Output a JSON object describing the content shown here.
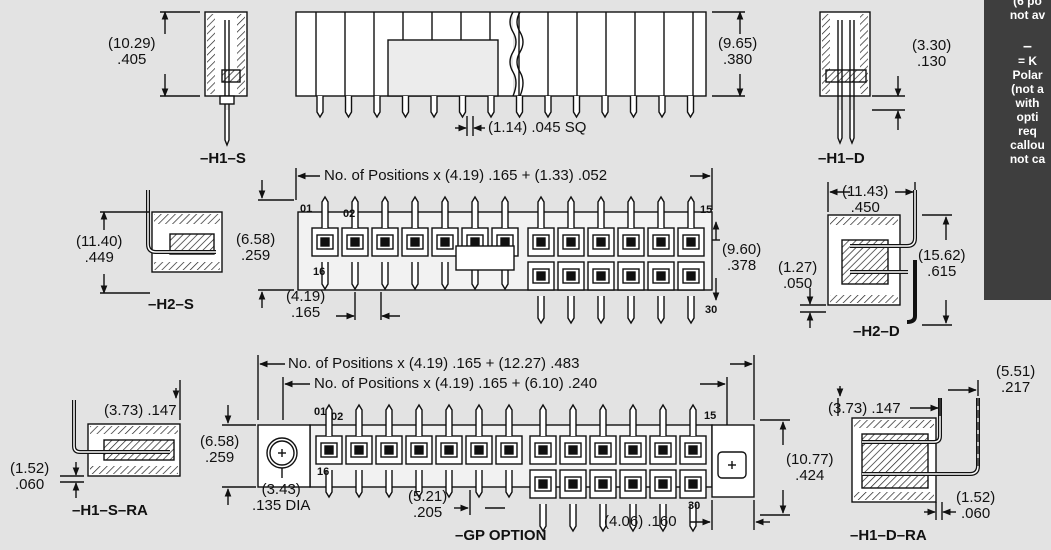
{
  "labels": {
    "h1s": "–H1–S",
    "h1d": "–H1–D",
    "h2s": "–H2–S",
    "h2d": "–H2–D",
    "h1sra": "–H1–S–RA",
    "h1dra": "–H1–D–RA",
    "gp": "–GP OPTION"
  },
  "dims": {
    "h1s_height": [
      "(10.29)",
      ".405"
    ],
    "top_height": [
      "(9.65)",
      ".380"
    ],
    "h1d_pin": [
      "(3.30)",
      ".130"
    ],
    "pin_sq": "(1.14) .045 SQ",
    "row2_length": "No. of Positions x (4.19) .165 + (1.33) .052",
    "h2d_width": [
      "(11.43)",
      ".450"
    ],
    "h2s_height": [
      "(11.40)",
      ".449"
    ],
    "row2_body_height": [
      "(6.58)",
      ".259"
    ],
    "row2_pitch": [
      "(4.19)",
      ".165"
    ],
    "row2_total_height": [
      "(9.60)",
      ".378"
    ],
    "h2d_offset": [
      "(1.27)",
      ".050"
    ],
    "h2d_height": [
      "(15.62)",
      ".615"
    ],
    "gp_overall": "No. of Positions x (4.19) .165 + (12.27) .483",
    "gp_body": "No. of Positions x (4.19) .165 + (6.10) .240",
    "h1sra_tail": "(3.73) .147",
    "h1sra_offset": [
      "(1.52)",
      ".060"
    ],
    "gp_body_height": [
      "(6.58)",
      ".259"
    ],
    "gp_hole": [
      "(3.43)",
      ".135 DIA"
    ],
    "gp_offset": [
      "(5.21)",
      ".205"
    ],
    "gp_right": "(4.06) .160",
    "gp_height": [
      "(10.77)",
      ".424"
    ],
    "h1dra_tail": "(3.73) .147",
    "h1dra_lead": [
      "(5.51)",
      ".217"
    ],
    "h1dra_offset": [
      "(1.52)",
      ".060"
    ]
  },
  "pins": {
    "p01": "01",
    "p02": "02",
    "p15": "15",
    "p16": "16",
    "p30": "30",
    "g01": "01",
    "g02": "02",
    "g15": "15",
    "g16": "16",
    "g30": "30"
  },
  "note": {
    "lines": [
      "(6 po",
      "not av",
      "–",
      "= K",
      "Polar",
      "(not a",
      "with",
      "opti",
      "req",
      "callou",
      "not ca"
    ]
  }
}
